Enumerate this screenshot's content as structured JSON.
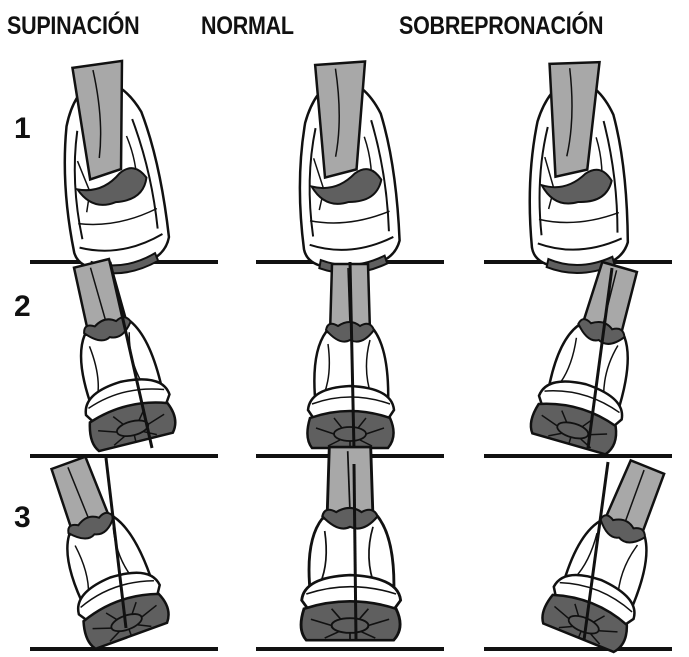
{
  "columns": [
    {
      "label": "SUPINACIÓN"
    },
    {
      "label": "NORMAL"
    },
    {
      "label": "SOBREPRONACIÓN"
    }
  ],
  "rows": [
    {
      "label": "1"
    },
    {
      "label": "2"
    },
    {
      "label": "3"
    }
  ],
  "colors": {
    "ink": "#111111",
    "sole": "#5f5f5f",
    "leg": "#a8a8a8",
    "light": "#d0d0d0",
    "paper": "#ffffff"
  }
}
